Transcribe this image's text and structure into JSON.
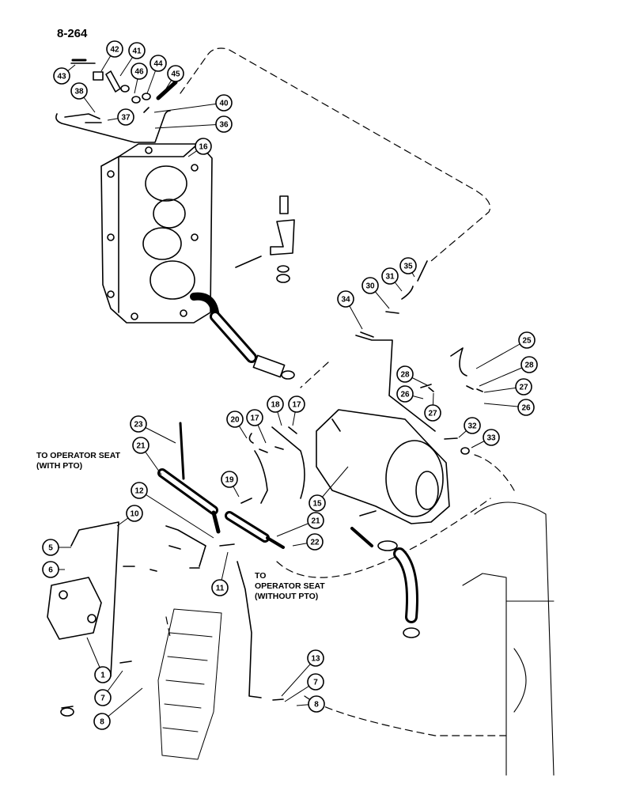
{
  "page_number": "8-264",
  "notes": {
    "seat_with_pto": [
      "TO OPERATOR SEAT",
      "(WITH PTO)"
    ],
    "seat_without_pto": [
      "TO",
      "OPERATOR SEAT",
      "(WITHOUT PTO)"
    ]
  },
  "callouts": [
    "42",
    "41",
    "43",
    "46",
    "44",
    "45",
    "38",
    "37",
    "40",
    "36",
    "16",
    "35",
    "31",
    "30",
    "34",
    "25",
    "28",
    "28",
    "27",
    "26",
    "26",
    "27",
    "18",
    "17",
    "17",
    "20",
    "32",
    "33",
    "23",
    "21",
    "19",
    "15",
    "12",
    "10",
    "21",
    "22",
    "5",
    "6",
    "11",
    "1",
    "7",
    "8",
    "13",
    "7",
    "8"
  ]
}
